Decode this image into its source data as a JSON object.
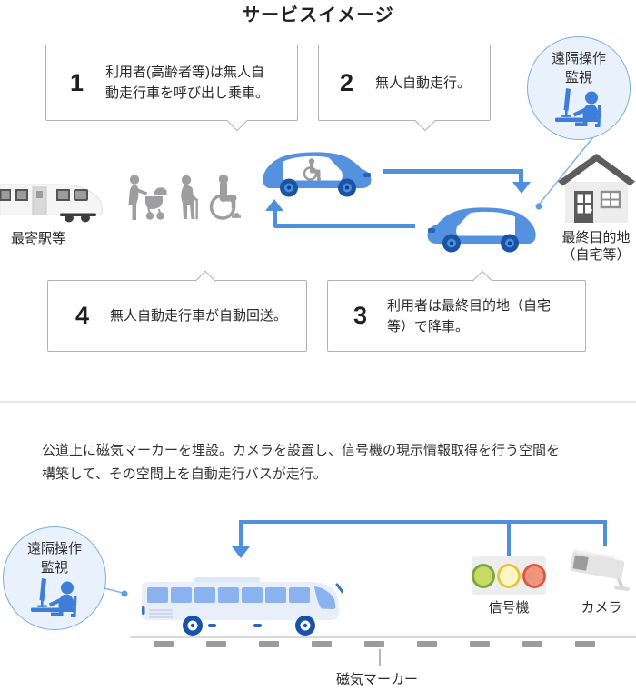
{
  "title": "サービスイメージ",
  "steps": [
    {
      "number": "1",
      "text": "利用者(高齢者等)は無人自動走行車を呼び出し乗車。"
    },
    {
      "number": "2",
      "text": "無人自動走行。"
    },
    {
      "number": "3",
      "text": "利用者は最終目的地（自宅等）で降車。"
    },
    {
      "number": "4",
      "text": "無人自動走行車が自動回送。"
    }
  ],
  "remote_monitor": {
    "line1": "遠隔操作",
    "line2": "監視"
  },
  "top_diagram": {
    "station_label": "最寄駅等",
    "destination": {
      "line1": "最終目的地",
      "line2": "（自宅等）"
    },
    "icons": {
      "train": "train-icon",
      "parent_with_stroller": "parent-with-stroller-icon",
      "elderly_with_cane": "elderly-person-icon",
      "wheelchair_user": "wheelchair-user-icon",
      "autonomous_car": "autonomous-car-icon",
      "house": "house-icon",
      "remote_operator": "operator-at-desk-icon"
    }
  },
  "bottom_diagram": {
    "description_lines": [
      "公道上に磁気マーカーを埋設。カメラを設置し、信号機の現示情報取得を行う空間を",
      "構築して、その空間上を自動走行バスが走行。"
    ],
    "signal_label": "信号機",
    "camera_label": "カメラ",
    "marker_label": "磁気マーカー",
    "magnetic_marker_count": 9,
    "icons": {
      "bus": "autonomous-bus-icon",
      "traffic_light": "traffic-light-icon",
      "camera": "camera-icon",
      "remote_operator": "operator-at-desk-icon",
      "magnetic_marker": "magnetic-marker-icon"
    }
  },
  "colors": {
    "accent_blue": "#4e90dd",
    "car_blue": "#5492e0",
    "dark_blue": "#1b53a6",
    "badge_fill": "#e9f2fc",
    "badge_border": "#7aaede",
    "icon_gray": "#9e9ea0",
    "signal_green": "#c8d964",
    "signal_yellow": "#fcf6c5",
    "signal_red": "#f0957d",
    "road_gray": "#d9d9d9",
    "marker_gray": "#9c9c9c"
  }
}
